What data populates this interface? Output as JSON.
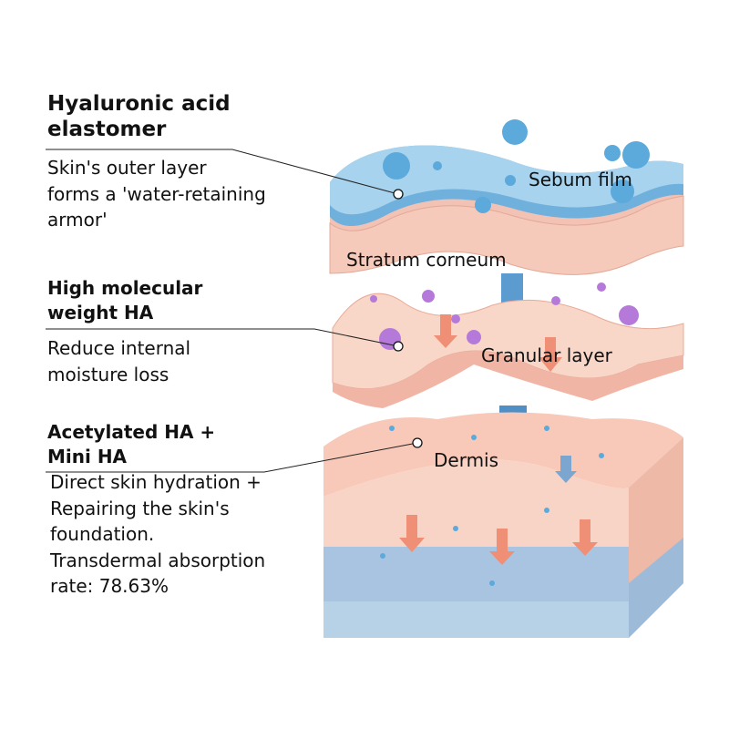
{
  "sections": [
    {
      "title_lines": [
        "Hyaluronic acid",
        "elastomer"
      ],
      "body_lines": [
        "Skin's outer layer",
        "forms a 'water-retaining",
        "armor'"
      ]
    },
    {
      "title_lines": [
        "High molecular",
        "weight HA"
      ],
      "body_lines": [
        "Reduce internal",
        "moisture loss"
      ]
    },
    {
      "title_lines": [
        "Acetylated HA +",
        "Mini HA"
      ],
      "body_lines": [
        "Direct skin hydration +",
        "Repairing the skin's",
        "foundation.",
        "Transdermal absorption",
        "rate: 78.63%"
      ]
    }
  ],
  "layer_labels": {
    "sebum": "Sebum film",
    "stratum": "Stratum corneum",
    "granular": "Granular layer",
    "dermis": "Dermis"
  },
  "colors": {
    "water": "#7fb9e0",
    "skin": "#f6cbbd",
    "arrow": "#ef8f76",
    "ha_purple": "#b57ad9"
  }
}
